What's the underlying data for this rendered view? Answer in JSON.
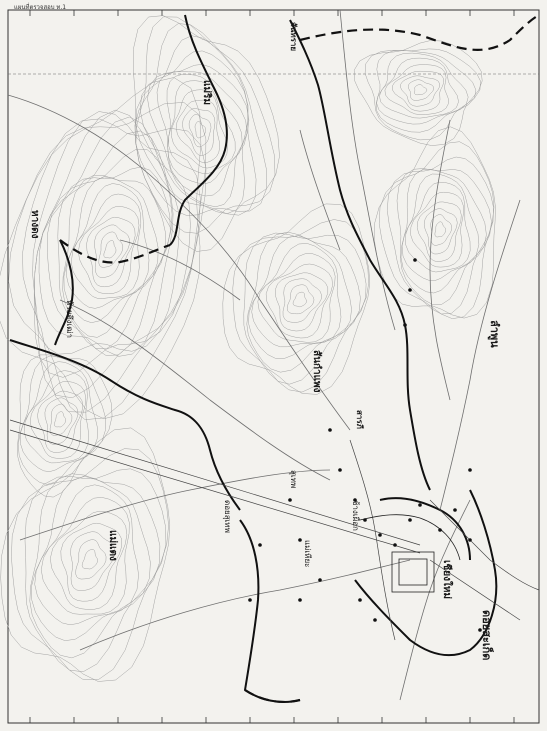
{
  "map_header": "แผนที่ตรวจสอบ ท.1",
  "labels": {
    "lamphun": "ลำพูน",
    "doi_saket": "ดอยสะเก็ด",
    "san_kamphaeng": "สันกำแพง",
    "mae_rim": "แม่ริม",
    "hang_dong": "หางดง",
    "mae_taeng": "แม่แตง",
    "san_sai": "สันทราย",
    "saraphi": "สารภี",
    "chiang_mai_city": "เชียงใหม่",
    "doi_suthep": "ดอยสุเทพ",
    "huay_tung_tao": "ห้วยตึงเฒ่า",
    "mae_hia": "แม่เหียะ",
    "chang_phueak": "ช้างเผือก",
    "suthep": "สุเทพ"
  },
  "colors": {
    "paper": "#f3f2ee",
    "ink": "#1a1a1a",
    "contour": "#9a9a9a",
    "river": "#6f6f6f"
  }
}
